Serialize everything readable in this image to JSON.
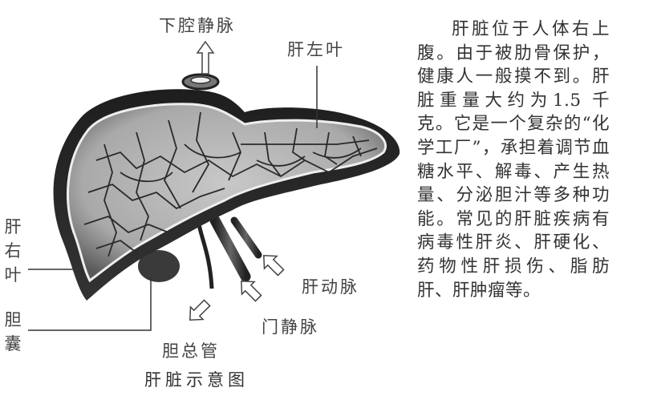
{
  "figure": {
    "caption": "肝脏示意图",
    "labels": {
      "inferior_vena_cava": "下腔静脉",
      "left_lobe": "肝左叶",
      "right_lobe": [
        "肝",
        "右",
        "叶"
      ],
      "gallbladder": [
        "胆",
        "囊"
      ],
      "hepatic_artery": "肝动脉",
      "portal_vein": "门静脉",
      "common_bile_duct": "胆总管"
    }
  },
  "article": {
    "paragraph": "肝脏位于人体右上腹。由于被肋骨保护，健康人一般摸不到。肝脏重量大约为1.5 千克。它是一个复杂的“化学工厂”，承担着调节血糖水平、解毒、产生热量、分泌胆汁等多种功能。常见的肝脏疾病有病毒性肝炎、肝硬化、药物性肝损伤、脂肪肝、肝肿瘤等。"
  }
}
